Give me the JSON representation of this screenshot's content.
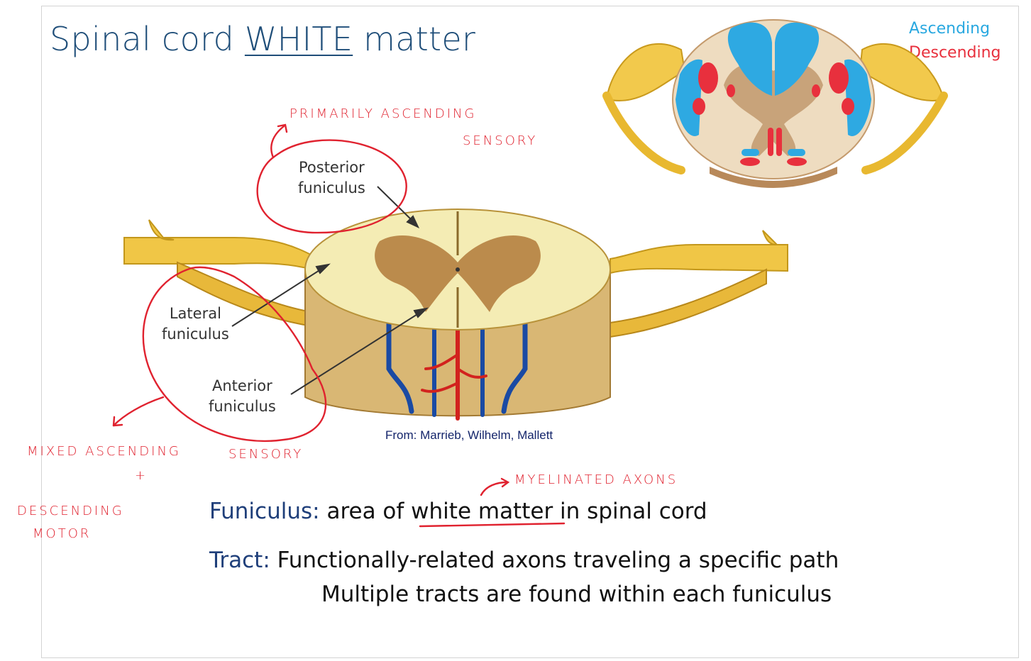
{
  "slide": {
    "title_pre": "Spinal cord ",
    "title_underlined": "WHITE",
    "title_post": " matter",
    "legend": {
      "ascending": "Ascending",
      "descending": "Descending",
      "ascending_color": "#29a8e0",
      "descending_color": "#e8303d"
    },
    "labels": {
      "posterior_1": "Posterior",
      "posterior_2": "funiculus",
      "lateral_1": "Lateral",
      "lateral_2": "funiculus",
      "anterior_1": "Anterior",
      "anterior_2": "funiculus"
    },
    "source": "From: Marrieb, Wilhelm,  Mallett",
    "definitions": {
      "funiculus_term": "Funiculus:",
      "funiculus_text_pre": " area of ",
      "funiculus_text_underlined": "white matter",
      "funiculus_text_post": " in spinal cord",
      "tract_term": "Tract:",
      "tract_text": " Functionally-related axons traveling a specific path",
      "tract_text_2": "Multiple tracts are found within each funiculus"
    },
    "handwriting": {
      "primarily_ascending": "PRIMARILY ASCENDING",
      "sensory_top": "SENSORY",
      "mixed_ascending": "MIXED ASCENDING",
      "sensory_bottom": "SENSORY",
      "plus": "+",
      "descending": "DESCENDING",
      "motor": "MOTOR",
      "myelinated_axons": "MYELINATED AXONS"
    },
    "colors": {
      "title": "#1f4e79",
      "ink_red": "#e0222f",
      "white_matter": "#f4ecb4",
      "gray_matter": "#b07a3a"
    }
  }
}
